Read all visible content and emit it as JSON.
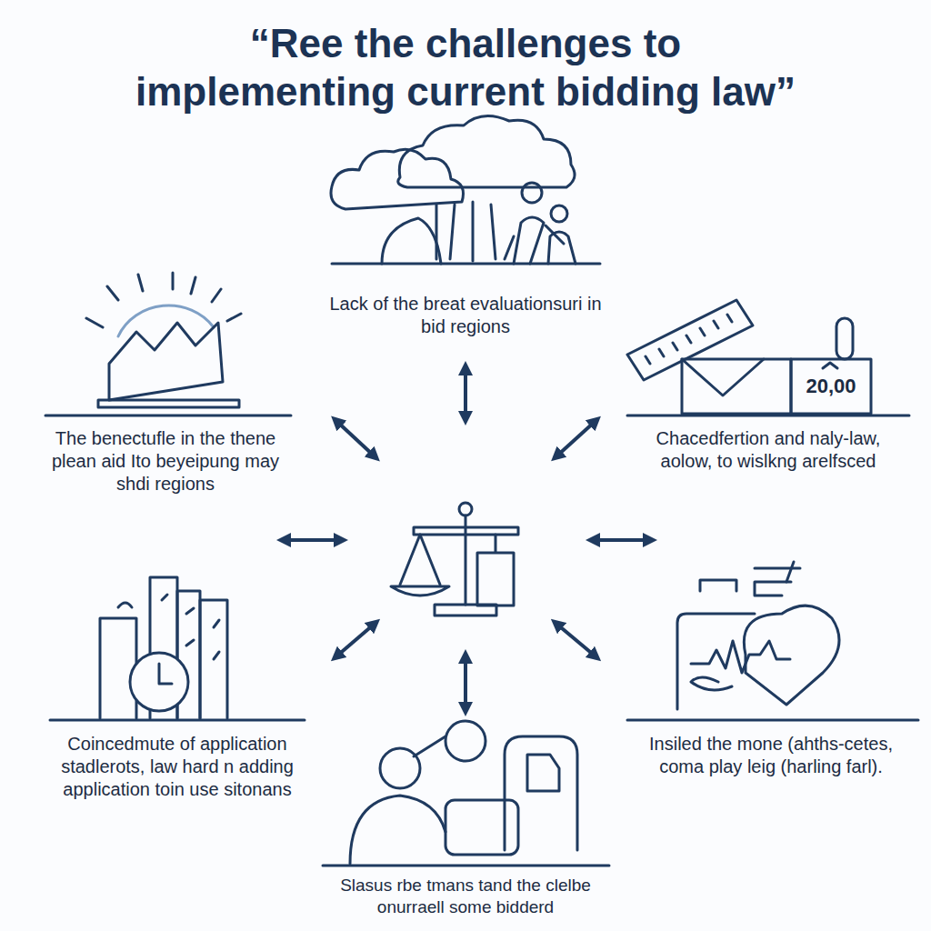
{
  "diagram": {
    "title": "“Ree the challenges to implementing current bidding law”",
    "labels": [
      "Lack of the breat evaluationsuri in bid regions",
      "The benectufle in the thene plean aid Ito beyeipung may shdi regions",
      "Chacedfertion and naly-law, aolow, to wislkng arelfsced",
      "20,00",
      "Coincedmute of application stadlerots, law hard n adding application toin use sitonans",
      "Insiled the mone (ahths-cetes, coma play leig (harling farl).",
      "Slasus rbe tmans tand the clelbe onurraell some bidderd"
    ]
  }
}
